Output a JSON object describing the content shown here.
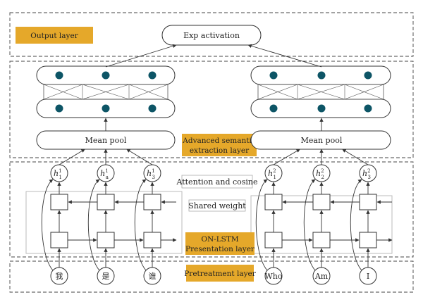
{
  "layers": {
    "output": "Output layer",
    "advanced_line1": "Advanced semantic",
    "advanced_line2": "extraction layer",
    "onlstm_line1": "ON-LSTM",
    "onlstm_line2": "Presentation layer",
    "pretreatment": "Pretreatment layer"
  },
  "exp_activation": "Exp activation",
  "mean_pool": "Mean pool",
  "attention": "Attention and cosine",
  "shared_weight": "Shared weight",
  "left_hidden": [
    {
      "base": "h",
      "sup": "1",
      "sub": "1"
    },
    {
      "base": "h",
      "sup": "1",
      "sub": "a"
    },
    {
      "base": "h",
      "sup": "1",
      "sub": "3"
    }
  ],
  "right_hidden": [
    {
      "base": "h",
      "sup": "2",
      "sub": "1"
    },
    {
      "base": "h",
      "sup": "2",
      "sub": "2"
    },
    {
      "base": "h",
      "sup": "2",
      "sub": "3"
    }
  ],
  "left_inputs": [
    "我",
    "是",
    "谁"
  ],
  "right_inputs": [
    "Who",
    "Am",
    "I"
  ],
  "colors": {
    "layer_label": "#e5a82a",
    "dot": "#0d5566"
  }
}
